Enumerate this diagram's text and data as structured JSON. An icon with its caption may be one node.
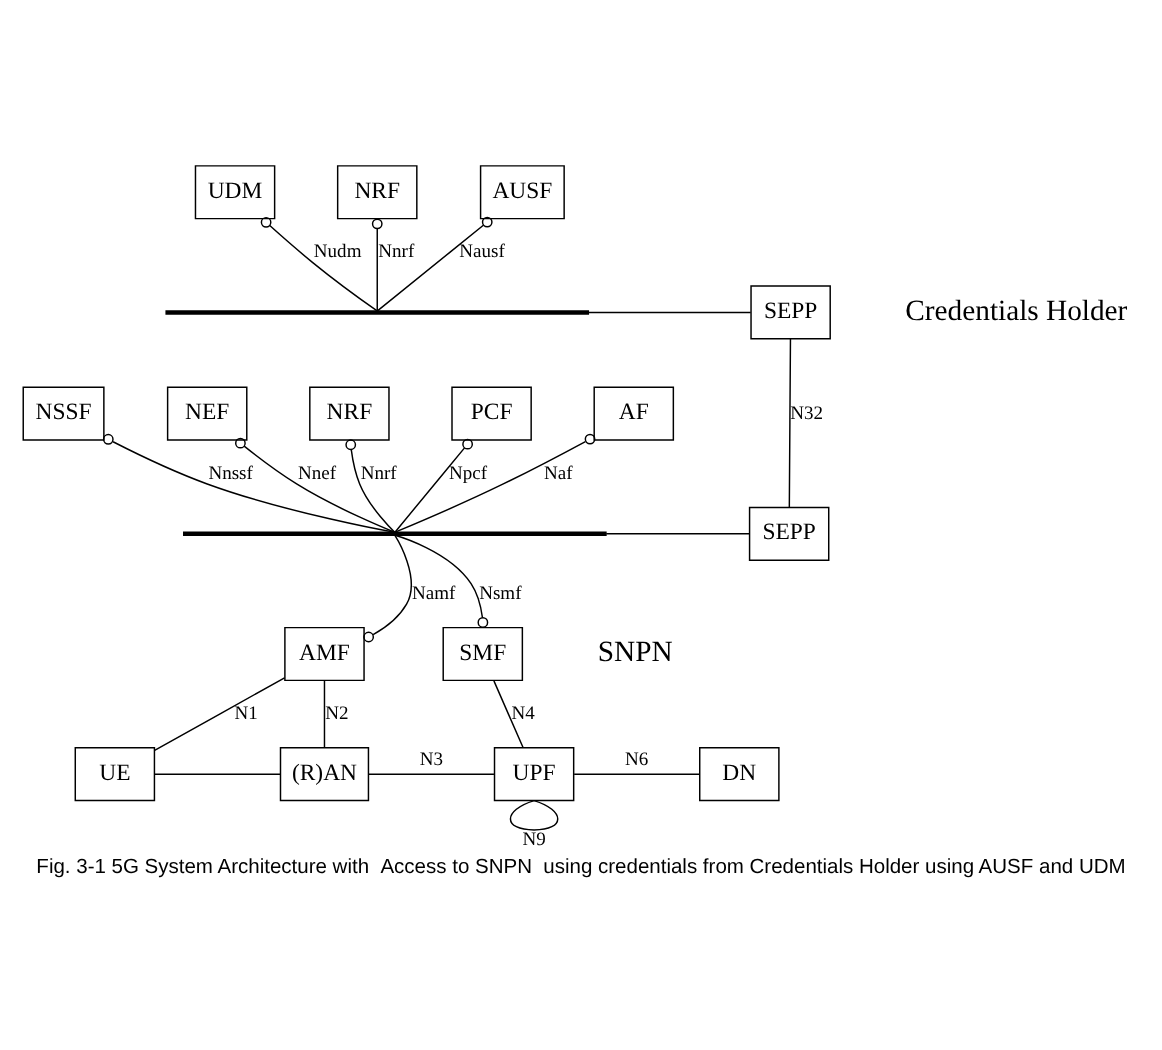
{
  "diagram": {
    "caption": "Fig. 3-1 5G System Architecture with  Access to SNPN  using credentials from Credentials Holder using AUSF and UDM",
    "nodes": [
      {
        "text": [
          "UDM"
        ]
      },
      {
        "text": [
          "NRF"
        ]
      },
      {
        "text": [
          "AUSF"
        ]
      },
      {
        "text": [],
        "shape": "bar"
      },
      {
        "text": [
          "SEPP"
        ]
      },
      {
        "text": [
          "SEPP"
        ]
      },
      {
        "text": [
          "NSSF"
        ]
      },
      {
        "text": [
          "NEF"
        ]
      },
      {
        "text": [
          "NRF"
        ]
      },
      {
        "text": [
          "PCF"
        ]
      },
      {
        "text": [
          "AF"
        ]
      },
      {
        "text": [],
        "shape": "bar"
      },
      {
        "text": [
          "AMF"
        ]
      },
      {
        "text": [
          "SMF"
        ]
      },
      {
        "text": [
          "UE"
        ]
      },
      {
        "text": [
          "(R)AN"
        ]
      },
      {
        "text": [
          "UPF"
        ]
      },
      {
        "text": [
          "DN"
        ]
      }
    ],
    "edges": [
      {
        "from": 0,
        "to": 3,
        "arrow": "other",
        "label": "Nudm"
      },
      {
        "from": 1,
        "to": 3,
        "arrow": "other",
        "label": "Nnrf"
      },
      {
        "from": 2,
        "to": 3,
        "arrow": "other",
        "label": "Nausf"
      },
      {
        "from": 3,
        "to": 4,
        "arrow": "none"
      },
      {
        "from": 4,
        "to": 5,
        "arrow": "none",
        "label": "N32"
      },
      {
        "from": 6,
        "to": 11,
        "arrow": "other",
        "label": "Nnssf"
      },
      {
        "from": 7,
        "to": 11,
        "arrow": "other",
        "label": "Nnef"
      },
      {
        "from": 8,
        "to": 11,
        "arrow": "other",
        "label": "Nnrf"
      },
      {
        "from": 9,
        "to": 11,
        "arrow": "other",
        "label": "Npcf"
      },
      {
        "from": 10,
        "to": 11,
        "arrow": "other",
        "label": "Naf"
      },
      {
        "from": 11,
        "to": 5,
        "arrow": "none"
      },
      {
        "from": 12,
        "to": 11,
        "arrow": "other",
        "label": "Namf"
      },
      {
        "from": 13,
        "to": 11,
        "arrow": "other",
        "label": "Nsmf"
      },
      {
        "from": 14,
        "to": 12,
        "arrow": "none",
        "label": "N1"
      },
      {
        "from": 15,
        "to": 12,
        "arrow": "none",
        "label": "N2"
      },
      {
        "from": 14,
        "to": 15,
        "arrow": "none"
      },
      {
        "from": 15,
        "to": 16,
        "arrow": "none",
        "label": "N3"
      },
      {
        "from": 16,
        "to": 17,
        "arrow": "none",
        "label": "N6"
      },
      {
        "from": 16,
        "to": 16,
        "arrow": "none",
        "label": "N9"
      },
      {
        "from": 13,
        "to": 16,
        "arrow": "none",
        "label": "N4"
      }
    ],
    "labels": [
      "Credentials Holder",
      "SNPN"
    ]
  }
}
